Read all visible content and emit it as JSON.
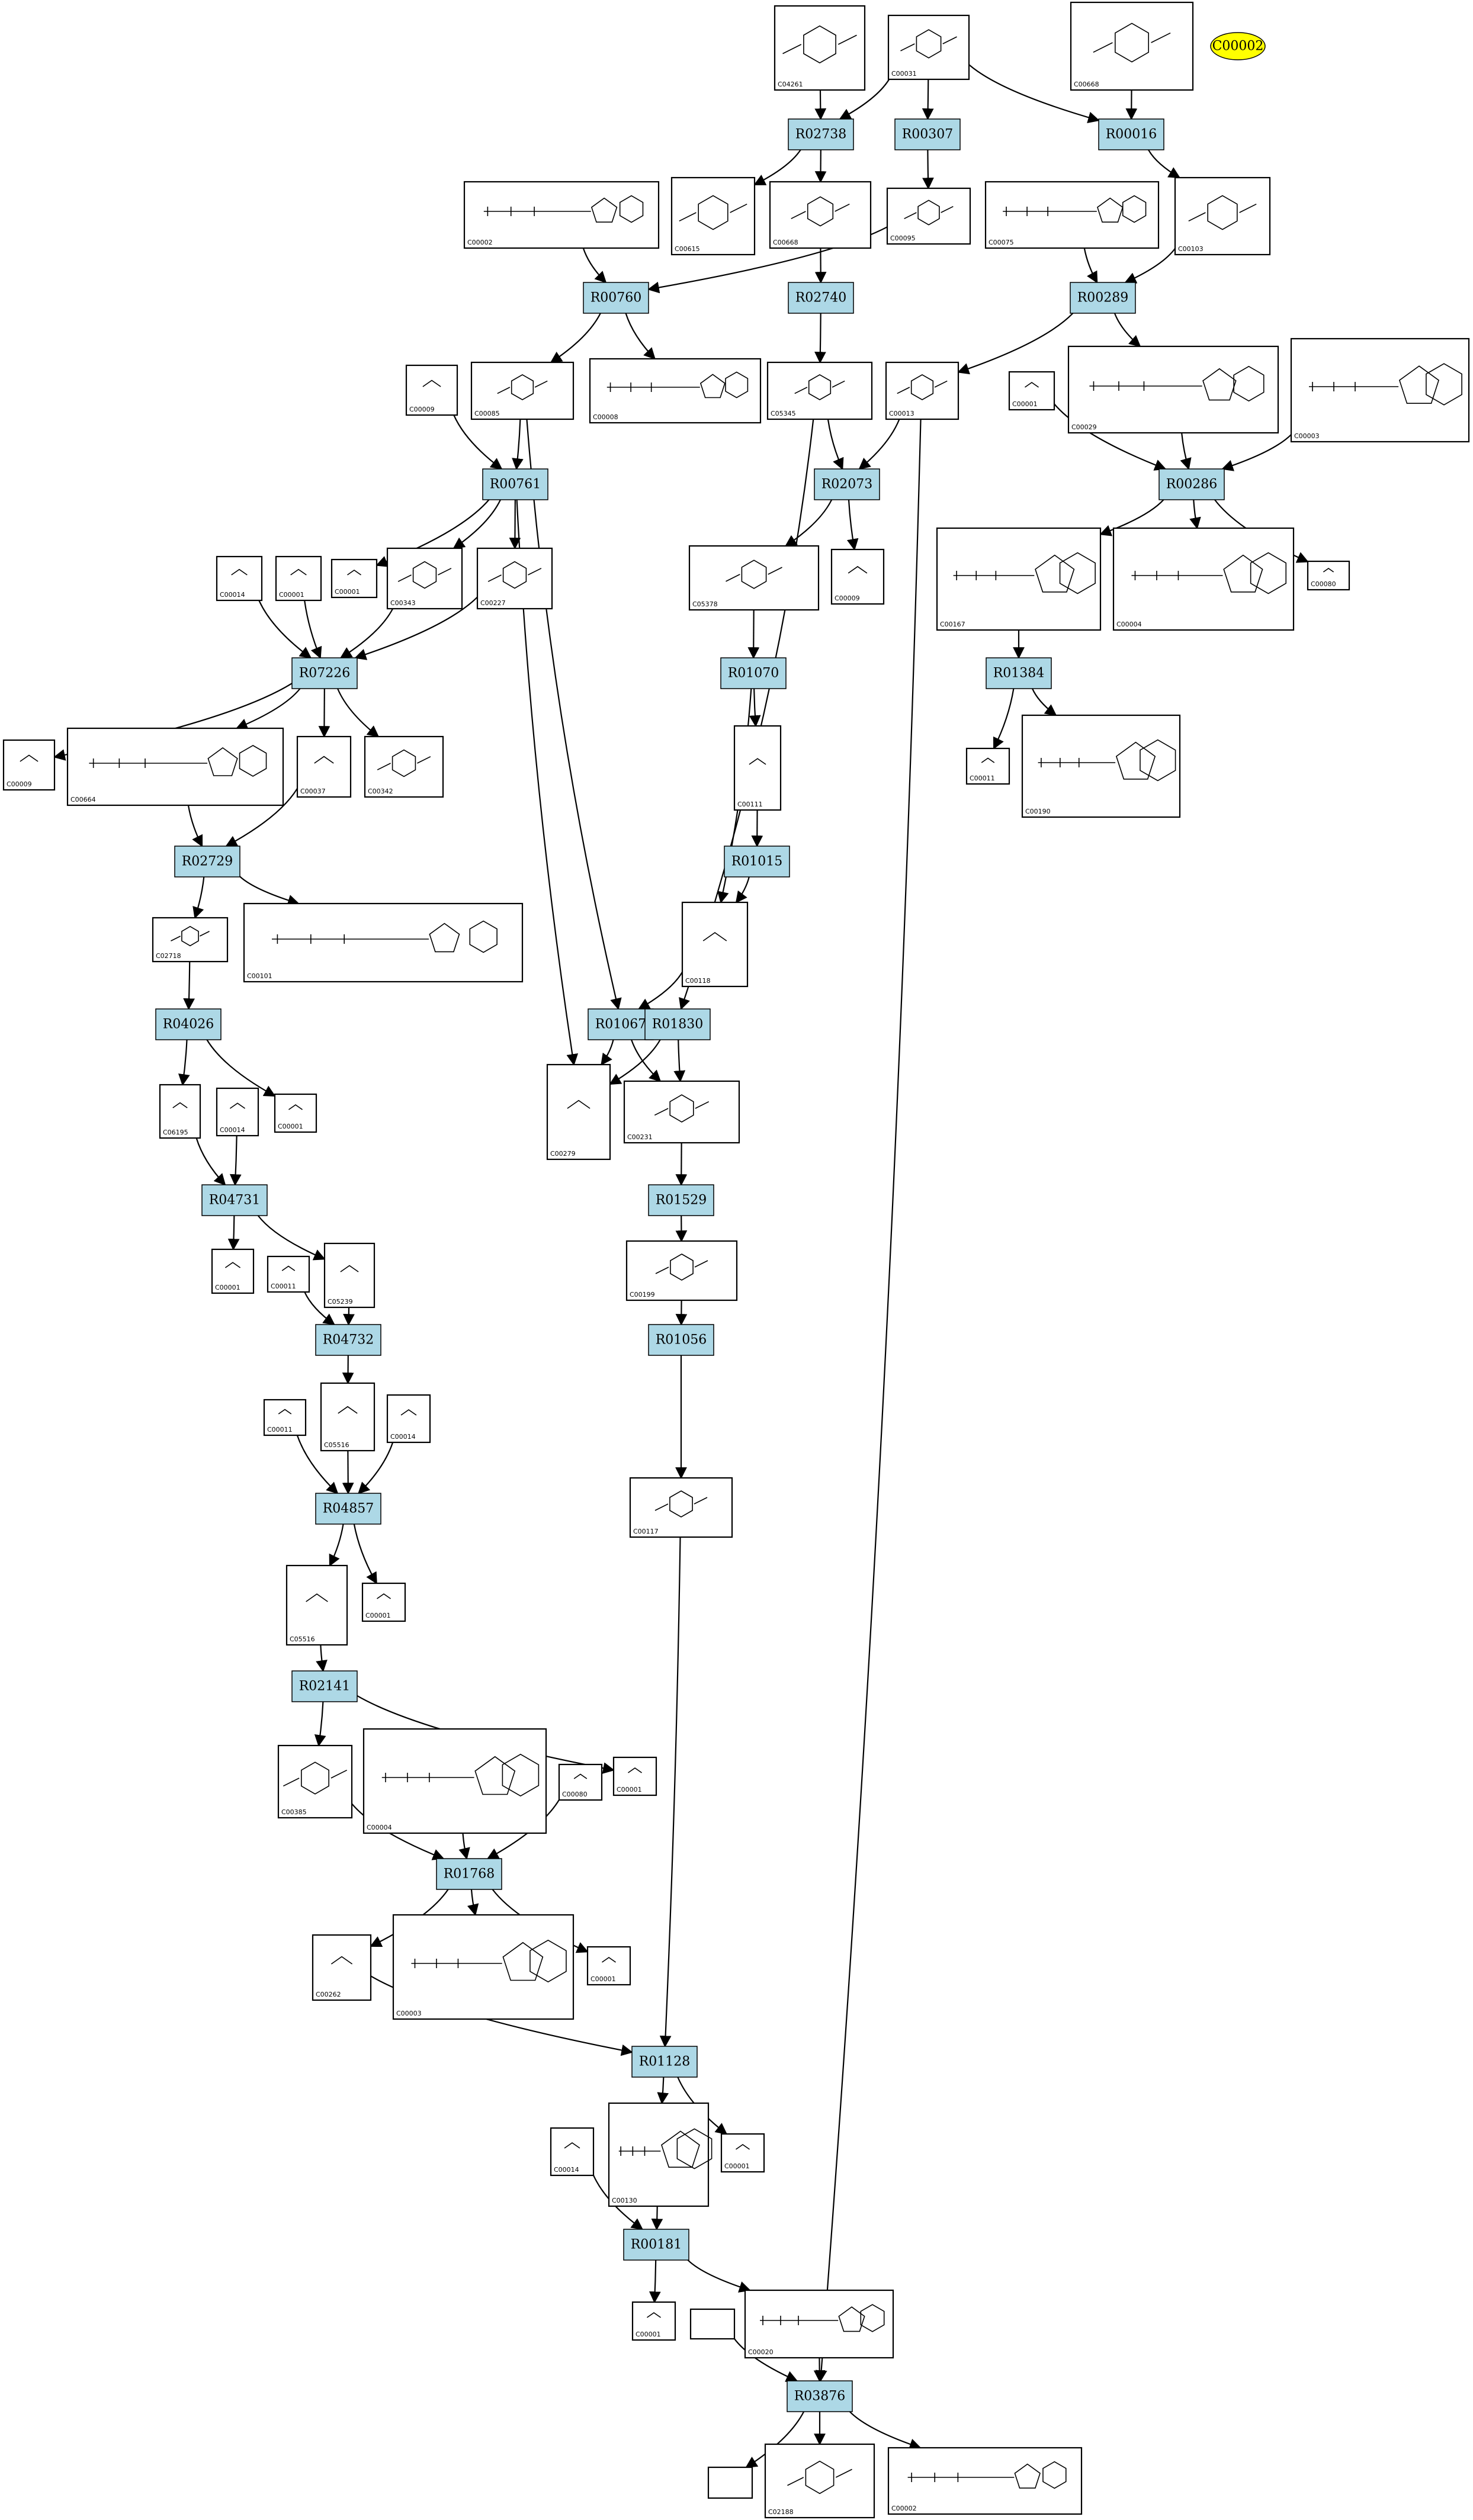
{
  "highlight": {
    "id": "hl",
    "label": "C00002",
    "color": "#ffff00"
  },
  "colors": {
    "reaction_fill": "#add8e6",
    "highlight_fill": "#ffff00",
    "edge": "#000000"
  },
  "reactions": [
    {
      "id": "r1",
      "label": "R02738"
    },
    {
      "id": "r2",
      "label": "R00307"
    },
    {
      "id": "r3",
      "label": "R00016"
    },
    {
      "id": "r4",
      "label": "R00760"
    },
    {
      "id": "r5",
      "label": "R02740"
    },
    {
      "id": "r6",
      "label": "R00289"
    },
    {
      "id": "r7",
      "label": "R00761"
    },
    {
      "id": "r8",
      "label": "R02073"
    },
    {
      "id": "r9",
      "label": "R00286"
    },
    {
      "id": "r10",
      "label": "R07226"
    },
    {
      "id": "r11",
      "label": "R01070"
    },
    {
      "id": "r12",
      "label": "R01384"
    },
    {
      "id": "r13",
      "label": "R01015"
    },
    {
      "id": "r14",
      "label": "R02729"
    },
    {
      "id": "r15",
      "label": "R04026"
    },
    {
      "id": "r16",
      "label": "R01067"
    },
    {
      "id": "r17",
      "label": "R01830"
    },
    {
      "id": "r18",
      "label": "R04731"
    },
    {
      "id": "r19",
      "label": "R01529"
    },
    {
      "id": "r20",
      "label": "R04732"
    },
    {
      "id": "r21",
      "label": "R01056"
    },
    {
      "id": "r22",
      "label": "R04857"
    },
    {
      "id": "r23",
      "label": "R02141"
    },
    {
      "id": "r24",
      "label": "R01768"
    },
    {
      "id": "r25",
      "label": "R01128"
    },
    {
      "id": "r26",
      "label": "R00181"
    },
    {
      "id": "r27",
      "label": "R03876"
    }
  ],
  "compounds": [
    {
      "id": "c1",
      "label": "C04261"
    },
    {
      "id": "c2",
      "label": "C00031"
    },
    {
      "id": "c3",
      "label": "C00668"
    },
    {
      "id": "c4",
      "label": "C00002"
    },
    {
      "id": "c5",
      "label": "C00615"
    },
    {
      "id": "c6",
      "label": "C00668"
    },
    {
      "id": "c7",
      "label": "C00095"
    },
    {
      "id": "c8",
      "label": "C00075"
    },
    {
      "id": "c9",
      "label": "C00103"
    },
    {
      "id": "c10",
      "label": "C00009"
    },
    {
      "id": "c11",
      "label": "C00085"
    },
    {
      "id": "c12",
      "label": "C00008"
    },
    {
      "id": "c13",
      "label": "C05345"
    },
    {
      "id": "c14",
      "label": "C00013"
    },
    {
      "id": "c15",
      "label": "C00001"
    },
    {
      "id": "c16",
      "label": "C00029"
    },
    {
      "id": "c17",
      "label": "C00003"
    },
    {
      "id": "c18",
      "label": "C00014"
    },
    {
      "id": "c19",
      "label": "C00001"
    },
    {
      "id": "c20",
      "label": "C00001"
    },
    {
      "id": "c21",
      "label": "C00343"
    },
    {
      "id": "c22",
      "label": "C00227"
    },
    {
      "id": "c23",
      "label": "C05378"
    },
    {
      "id": "c24",
      "label": "C00009"
    },
    {
      "id": "c25",
      "label": "C00167"
    },
    {
      "id": "c26",
      "label": "C00004"
    },
    {
      "id": "c27",
      "label": "C00080"
    },
    {
      "id": "c28",
      "label": "C00009"
    },
    {
      "id": "c29",
      "label": "C00664"
    },
    {
      "id": "c30",
      "label": "C00037"
    },
    {
      "id": "c31",
      "label": "C00342"
    },
    {
      "id": "c32",
      "label": "C00111"
    },
    {
      "id": "c33",
      "label": "C00011"
    },
    {
      "id": "c34",
      "label": "C00190"
    },
    {
      "id": "c35",
      "label": "C02718"
    },
    {
      "id": "c36",
      "label": "C00101"
    },
    {
      "id": "c37",
      "label": "C00118"
    },
    {
      "id": "c38",
      "label": "C06195"
    },
    {
      "id": "c39",
      "label": "C00014"
    },
    {
      "id": "c40",
      "label": "C00001"
    },
    {
      "id": "c41",
      "label": "C00279"
    },
    {
      "id": "c42",
      "label": "C00231"
    },
    {
      "id": "c43",
      "label": "C00001"
    },
    {
      "id": "c44",
      "label": "C00011"
    },
    {
      "id": "c45",
      "label": "C05239"
    },
    {
      "id": "c46",
      "label": "C00199"
    },
    {
      "id": "c47",
      "label": "C00011"
    },
    {
      "id": "c48",
      "label": "C05516"
    },
    {
      "id": "c49",
      "label": "C00014"
    },
    {
      "id": "c50",
      "label": "C00117"
    },
    {
      "id": "c51",
      "label": "C05516"
    },
    {
      "id": "c52",
      "label": "C00001"
    },
    {
      "id": "c53",
      "label": "C00385"
    },
    {
      "id": "c54",
      "label": "C00004"
    },
    {
      "id": "c55",
      "label": "C00080"
    },
    {
      "id": "c56",
      "label": "C00001"
    },
    {
      "id": "c57",
      "label": "C00262"
    },
    {
      "id": "c58",
      "label": "C00003"
    },
    {
      "id": "c59",
      "label": "C00001"
    },
    {
      "id": "c60",
      "label": "C00014"
    },
    {
      "id": "c61",
      "label": "C00130"
    },
    {
      "id": "c62",
      "label": "C00001"
    },
    {
      "id": "c63",
      "label": "C00001"
    },
    {
      "id": "c64",
      "label": ""
    },
    {
      "id": "c65",
      "label": "C00020"
    },
    {
      "id": "c66",
      "label": ""
    },
    {
      "id": "c67",
      "label": "C02188"
    },
    {
      "id": "c68",
      "label": "C00002"
    }
  ]
}
